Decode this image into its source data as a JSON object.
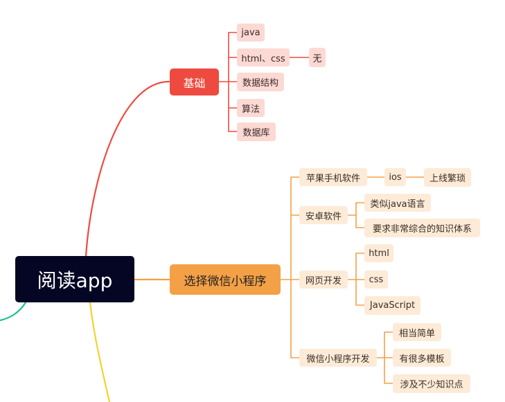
{
  "diagram": {
    "root": {
      "label": "阅读app"
    },
    "branches": {
      "basics": {
        "label": "基础",
        "color": "#ee4a3f",
        "children": {
          "java": "java",
          "html_css": "html、css",
          "html_css_child": "无",
          "data_structures": "数据结构",
          "algorithms": "算法",
          "database": "数据库"
        }
      },
      "choose": {
        "label": "选择微信小程序",
        "color": "#f4a046",
        "children": {
          "apple": "苹果手机软件",
          "apple_ios": "ios",
          "apple_ios_child": "上线繁琐",
          "android": "安卓软件",
          "android_c1": "类似java语言",
          "android_c2": "要求非常综合的知识体系",
          "web": "网页开发",
          "web_c1": "html",
          "web_c2": "css",
          "web_c3": "JavaScript",
          "wechat": "微信小程序开发",
          "wechat_c1": "相当简单",
          "wechat_c2": "有很多模板",
          "wechat_c3": "涉及不少知识点"
        }
      },
      "green_color": "#1fbf8f",
      "yellow_color": "#f2d22e"
    }
  }
}
